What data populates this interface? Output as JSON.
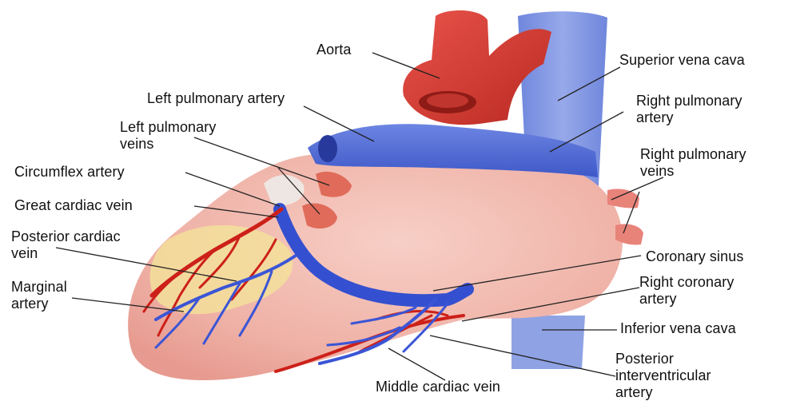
{
  "labels": {
    "aorta": "Aorta",
    "superior_vena_cava": "Superior vena cava",
    "left_pulmonary_artery": "Left pulmonary artery",
    "right_pulmonary_artery": "Right pulmonary\nartery",
    "left_pulmonary_veins": "Left pulmonary\nveins",
    "right_pulmonary_veins": "Right pulmonary\nveins",
    "circumflex_artery": "Circumflex artery",
    "great_cardiac_vein": "Great cardiac vein",
    "posterior_cardiac_vein": "Posterior cardiac\nvein",
    "coronary_sinus": "Coronary sinus",
    "marginal_artery": "Marginal\nartery",
    "right_coronary_artery": "Right coronary\nartery",
    "inferior_vena_cava": "Inferior vena cava",
    "posterior_interventricular_artery": "Posterior\ninterventricular\nartery",
    "middle_cardiac_vein": "Middle cardiac vein"
  },
  "colors": {
    "heart_muscle": "#f2b8ae",
    "artery_red": "#d7261d",
    "vein_blue": "#3b55d6",
    "vena_cava_blue": "#7d93e0",
    "fat_yellow": "#f3df9a",
    "leader_line": "#222222"
  }
}
